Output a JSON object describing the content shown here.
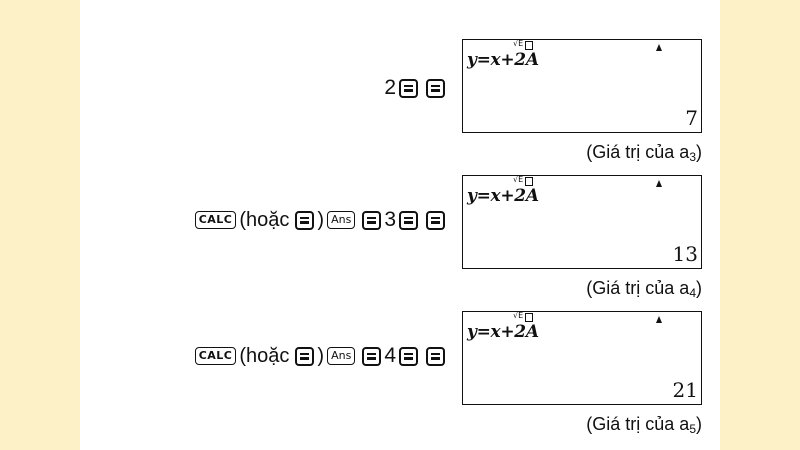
{
  "rows": [
    {
      "steps": {
        "first_number": "2"
      },
      "screen": {
        "expression": "y=x+2A",
        "indicator_sqrt": "√E",
        "result": "7"
      },
      "caption": {
        "text": "(Giá trị của a",
        "subscript": "3",
        "close": ")"
      }
    },
    {
      "steps": {
        "calc_key": "CALC",
        "or_text": "(hoặc",
        "close_paren": ")",
        "ans_key": "Ans",
        "number": "3"
      },
      "screen": {
        "expression": "y=x+2A",
        "indicator_sqrt": "√E",
        "result": "13"
      },
      "caption": {
        "text": "(Giá trị của a",
        "subscript": "4",
        "close": ")"
      }
    },
    {
      "steps": {
        "calc_key": "CALC",
        "or_text": "(hoặc",
        "close_paren": ")",
        "ans_key": "Ans",
        "number": "4"
      },
      "screen": {
        "expression": "y=x+2A",
        "indicator_sqrt": "√E",
        "result": "21"
      },
      "caption": {
        "text": "(Giá trị của a",
        "subscript": "5",
        "close": ")"
      }
    }
  ]
}
